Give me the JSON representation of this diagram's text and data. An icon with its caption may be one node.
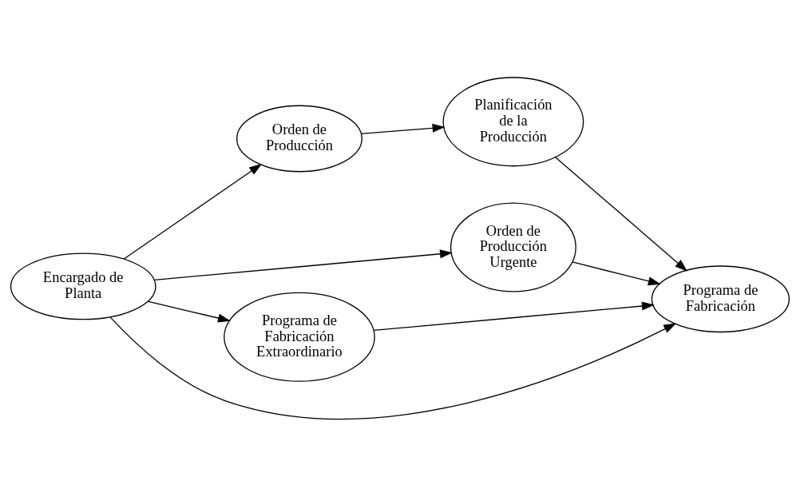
{
  "diagram": {
    "nodes": [
      {
        "text": [
          "Encargado de Planta"
        ]
      },
      {
        "text": [
          "Orden de Producción"
        ]
      },
      {
        "text": [
          "Planificación de la Producción"
        ]
      },
      {
        "text": [
          "Orden de Producción Urgente"
        ]
      },
      {
        "text": [
          "Programa de Fabricación Extraordinario"
        ]
      },
      {
        "text": [
          "Programa de Fabricación"
        ]
      }
    ],
    "edges": [
      {
        "from": 0,
        "to": 1,
        "arrow": "to"
      },
      {
        "from": 1,
        "to": 2,
        "arrow": "to"
      },
      {
        "from": 2,
        "to": 5,
        "arrow": "to"
      },
      {
        "from": 0,
        "to": 3,
        "arrow": "to"
      },
      {
        "from": 3,
        "to": 5,
        "arrow": "to"
      },
      {
        "from": 0,
        "to": 4,
        "arrow": "to"
      },
      {
        "from": 4,
        "to": 5,
        "arrow": "to"
      },
      {
        "from": 0,
        "to": 5,
        "arrow": "to"
      }
    ]
  }
}
